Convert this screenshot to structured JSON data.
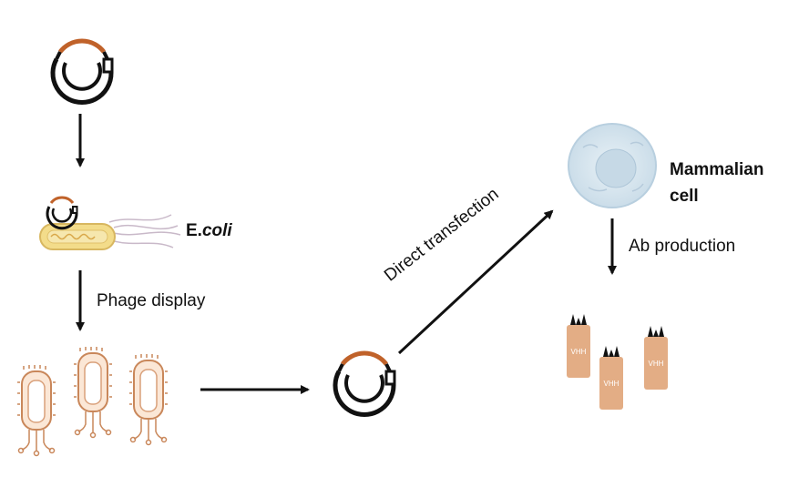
{
  "labels": {
    "ecoli_prefix": "E.",
    "ecoli_italic": "coli",
    "phage_display": "Phage display",
    "direct_transfection": "Direct transfection",
    "mammalian_cell_line1": "Mammalian",
    "mammalian_cell_line2": "cell",
    "ab_production": "Ab production",
    "vhh": "VHH"
  },
  "colors": {
    "plasmid_insert": "#c0622a",
    "plasmid_ring": "#111111",
    "arrow": "#111111",
    "ecoli_body": "#f3dc8a",
    "phage_body": "#f2c7a6",
    "phage_outline": "#c9875a",
    "cell_body": "#dbe8f0",
    "nanobody": "#e3ad85"
  },
  "icons": [
    "plasmid-icon",
    "ecoli-icon",
    "phage-icon",
    "mammalian-cell-icon",
    "nanobody-icon"
  ]
}
